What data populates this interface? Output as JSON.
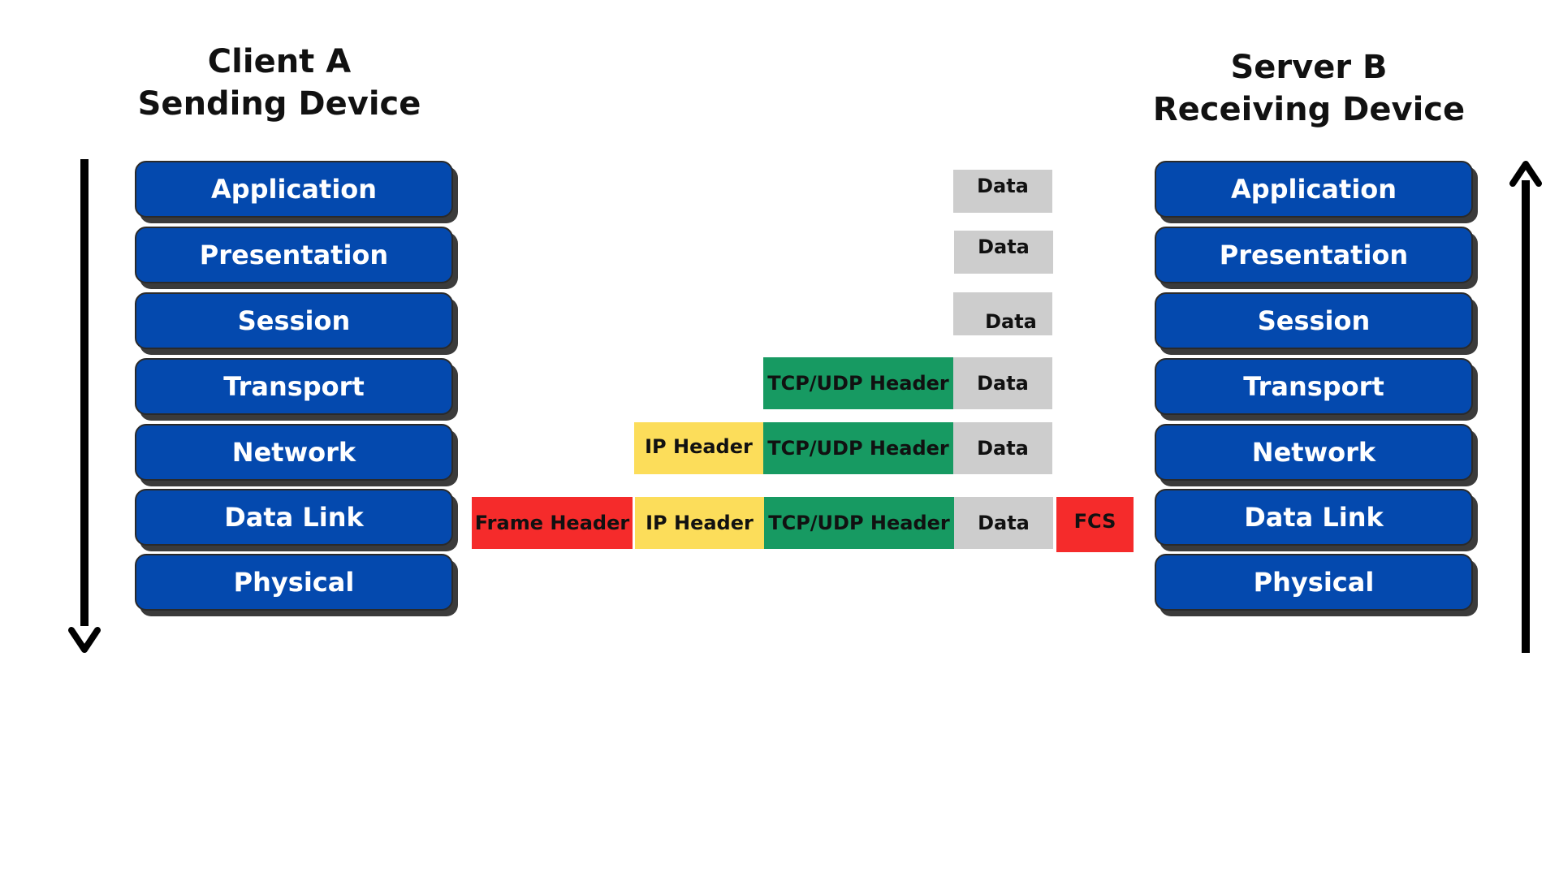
{
  "client": {
    "title_line1": "Client A",
    "title_line2": "Sending Device"
  },
  "server": {
    "title_line1": "Server B",
    "title_line2": "Receiving Device"
  },
  "layers": [
    "Application",
    "Presentation",
    "Session",
    "Transport",
    "Network",
    "Data Link",
    "Physical"
  ],
  "encapsulation": {
    "application_row": [
      "Data"
    ],
    "presentation_row": [
      "Data"
    ],
    "session_row": [
      "Data"
    ],
    "transport_row": [
      "TCP/UDP Header",
      "Data"
    ],
    "network_row": [
      "IP Header",
      "TCP/UDP Header",
      "Data"
    ],
    "datalink_row": [
      "Frame Header",
      "IP Header",
      "TCP/UDP Header",
      "Data",
      "FCS"
    ]
  },
  "colors": {
    "layer_blue": "#0449ae",
    "data_gray": "#cdcdcd",
    "tcp_green": "#179a62",
    "ip_yellow": "#fcdd5a",
    "frame_red": "#f52b2b"
  },
  "icons": {
    "left_arrow": "arrow-down-icon",
    "right_arrow": "arrow-up-icon"
  }
}
